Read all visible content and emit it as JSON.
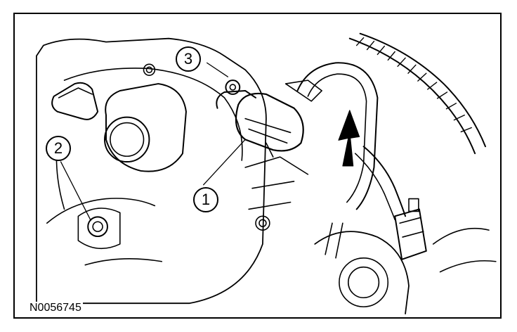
{
  "figure": {
    "callouts": [
      {
        "label": "1"
      },
      {
        "label": "2"
      },
      {
        "label": "3"
      }
    ],
    "reference_code": "N0056745",
    "direction_arrow_icon": "up-arrow-icon"
  },
  "colors": {
    "ink": "#000000",
    "paper": "#ffffff"
  }
}
